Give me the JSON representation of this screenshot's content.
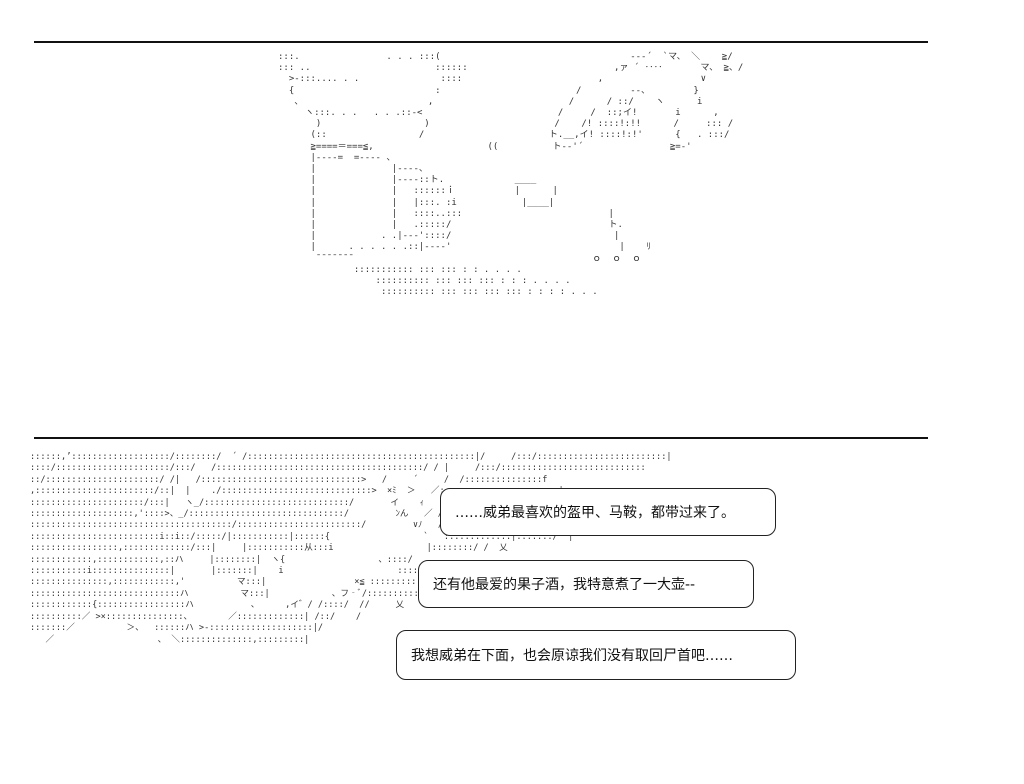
{
  "art": {
    "top": ":::.                . . . :::(                                   --‐´  `マ、 ＼    ≧/\n::: ..                       ::::::                           ,ァ ´ ‥‥       マ、 ≧、/\n  >‐:::.... . .               ::::                         ,                  ∨\n  {                          :                         /         ‐-、        }\n   、                       ,                         /      / ::/    ヽ      i\n     ヽ:::. . .   . . .::‐<                         /     /  ::;イ!       i      ,\n       )                   )                       /    /! ::::!:!!      /     ::: /\n      (::                 /                       ト.__,イ! ::::!:!'      {   . :::/\n      ≧====＝===≦,                     ((          ト-‐'´                ≧=‐'\n      |‐---=  =---‐ 、\n      |              |‐‐‐‐、\n      |              |‐‐‐‐::ト.             ____\n      |              |   ::::::ｉ           |      |\n      |              |   |:::. :i            |____|\n      |              |   ::::..:::                           |\n      |              |   .:::::/                             ト.\n      |            . .|‐‐‐'::::/                              |\n      |      . . . . . .::|‐‐‐‐'                               |    ﾘ\n       ̄ ̄ ̄ ̄ ̄ ̄ ̄                                             ｏ  ｏ  ｏ\n              ::::::::::: ::: ::: : : . . . .\n                  :::::::::: ::: ::: ::: : : : . . . .\n                   :::::::::: ::: ::: ::: ::: : : : : . . .",
    "bottom": "::::::,’:::::::::::::::::::/::::::::/  ´ /::::::::::::::::::::::::::::::::::::::::::::|/     /:::/:::::::::::::::::::::::::|\n::::/::::::::::::::::::::::/:::/   /::::::::::::::::::::::::::::::::::::::::/ / |     /:::/::::::::::::::::::::::::::::\n::/::::::::::::::::::::::/ /|   /:::::::::::::::::::::::::::::::>   /     ´     /  /:::::::::::::::f\n,:::::::::::::::::::::::/::|  |    ./:::::::::::::::::::::::::::::>  ×ﾐ  ＞   ／:::::::::::::::::::::::|\n::::::::::::::::::::::/:::|   ヽ_/::::::::::::::::::::::::::::/       イ    ｨ   / /::::::::::::::::::::::::乂\n::::::::::::::::::::,'::::>、_/::::::::::::::::::::::::::::::/         ﾝん   ／ /::::::::::::::::::::::::::::::::::::|/\n:::::::::::::::::::::::::::::::::::::::/::::::::::::::::::::::::/         ∨ﾉ   /  /:::::::::::::::::::::::::::::::::f\n:::::::::::::::::::::::::i::i::/:::::/|:::::::::::|::::::{                  `   :::::::::::::|:::::::/  |\n:::::::::::::::::,:::::::::::::/:::|     |:::::::::::从:::i                  |::::::::/ /  乂\n::::::::::::,::::::::::::,::ハ     |::::::::|  ヽ{                  、::::/\n:::::::::::i:::::::::::::::|       |:::::::|    i                      ::::::::/    f\n:::::::::::::::,::::::::::::,'          マ:::|                 ×≦ :::::::::::/\n:::::::::::::::::::::::::::::ハ          マ:::|            、フ‐ﾞ/:::::::::::::/\n::::::::::::{:::::::::::::::::ハ           、     ,イ゛/ /::::/  //     乂\n::::::::::／ >×:::::::::::::::、       ／:::::::::::::| /::/    /\n:::::::／          ＞、  ::::::ハ >‐::::::::::::::::::::|/\n   ／                    、 ＼::::::::::::::,:::::::::|"
  },
  "dialogue": {
    "line_1": "……威弟最喜欢的盔甲、马鞍，都带过来了。",
    "line_2": "还有他最爱的果子酒，我特意煮了一大壶‐‐",
    "line_3": "我想威弟在下面，也会原谅我们没有取回尸首吧……"
  }
}
